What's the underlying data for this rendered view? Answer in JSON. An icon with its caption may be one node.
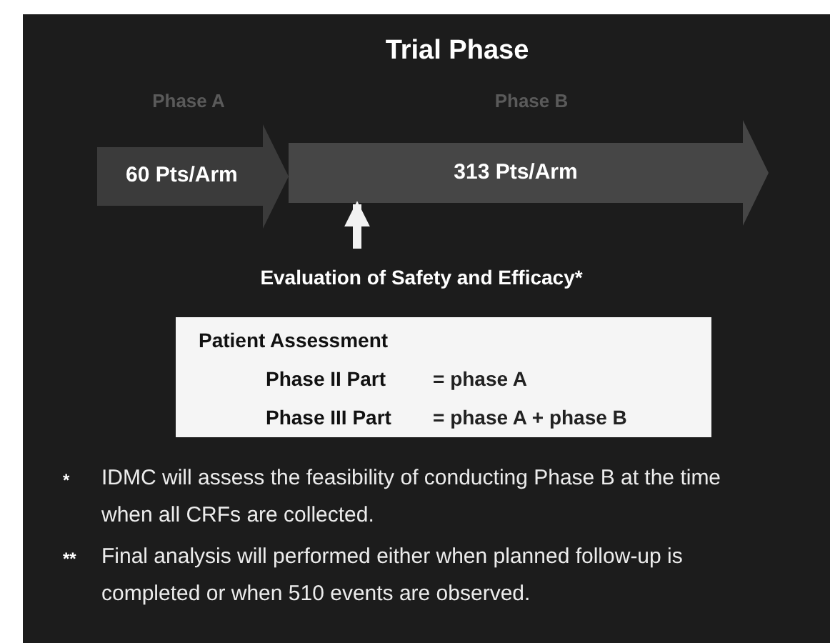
{
  "diagram": {
    "title": "Trial Phase",
    "nodes": [
      {
        "text": [
          "60 Pts/Arm"
        ],
        "beside": [
          "Phase A"
        ]
      },
      {
        "text": [
          "313 Pts/Arm"
        ],
        "beside": [
          "Phase B"
        ]
      },
      {
        "text": [
          "Evaluation of Safety and Efficacy*"
        ]
      },
      {
        "text": [
          "Patient Assessment",
          "Phase II Part",
          "= phase A",
          "Phase III Part",
          "= phase A + phase B"
        ]
      }
    ],
    "edges": [
      {
        "from": 2,
        "to": 1,
        "arrow": "to",
        "color": "#f2f2f2"
      }
    ],
    "labels": [
      "*",
      "IDMC will assess the feasibility of conducting Phase B at the time when all CRFs are collected.",
      "**",
      "Final analysis will performed either when planned follow-up is completed or when 510 events are observed."
    ]
  }
}
